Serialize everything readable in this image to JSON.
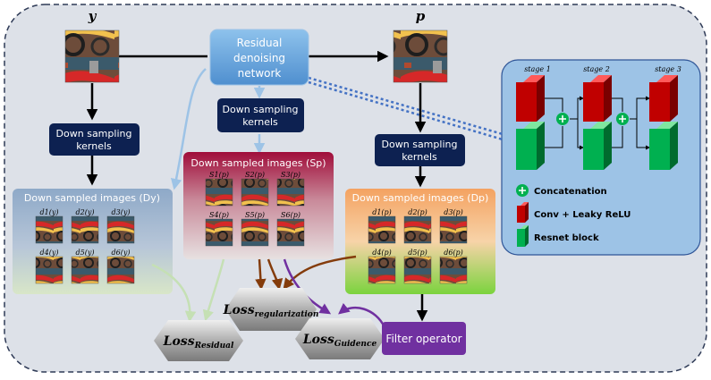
{
  "labels": {
    "y": "y",
    "p": "p",
    "residual_network": [
      "Residual",
      "denoising",
      "network"
    ],
    "down_sampling_kernels": [
      "Down sampling",
      "kernels"
    ],
    "dy_panel_title": "Down sampled images (Dy)",
    "sp_panel_title": "Down sampled images (Sp)",
    "dp_panel_title": "Down sampled images (Dp)",
    "filter_operator": "Filter operator",
    "loss_residual": {
      "base": "Loss",
      "sub": "Residual"
    },
    "loss_regularization": {
      "base": "Loss",
      "sub": "regularization"
    },
    "loss_guidence": {
      "base": "Loss",
      "sub": "Guidence"
    }
  },
  "dy_cells": [
    "d1(y)",
    "d2(y)",
    "d3(y)",
    "d4(y)",
    "d5(y)",
    "d6(y)"
  ],
  "sp_cells": [
    "S1(p)",
    "S2(p)",
    "S3(p)",
    "S4(p)",
    "S5(p)",
    "S6(p)"
  ],
  "dp_cells": [
    "d1(p)",
    "d2(p)",
    "d3(p)",
    "d4(p)",
    "d5(p)",
    "d6(p)"
  ],
  "inset": {
    "stages": [
      "stage 1",
      "stage 2",
      "stage 3"
    ],
    "legend": [
      "Concatenation",
      "Conv + Leaky ReLU",
      "Resnet block"
    ]
  },
  "colors": {
    "background_panel": "#dde1e8",
    "kernel_box": "#0d2151",
    "residual_box": "#5b9bd5",
    "filter_box": "#7030a0",
    "inset_bg": "#9dc3e6",
    "conv_red": "#c00000",
    "resnet_green": "#00b050",
    "concat_green": "#00b050",
    "arrow_dark_red": "#843c0c",
    "arrow_purple": "#7030a0",
    "arrow_light_green": "#c5e0b4",
    "arrow_light_blue": "#9dc3e6"
  }
}
